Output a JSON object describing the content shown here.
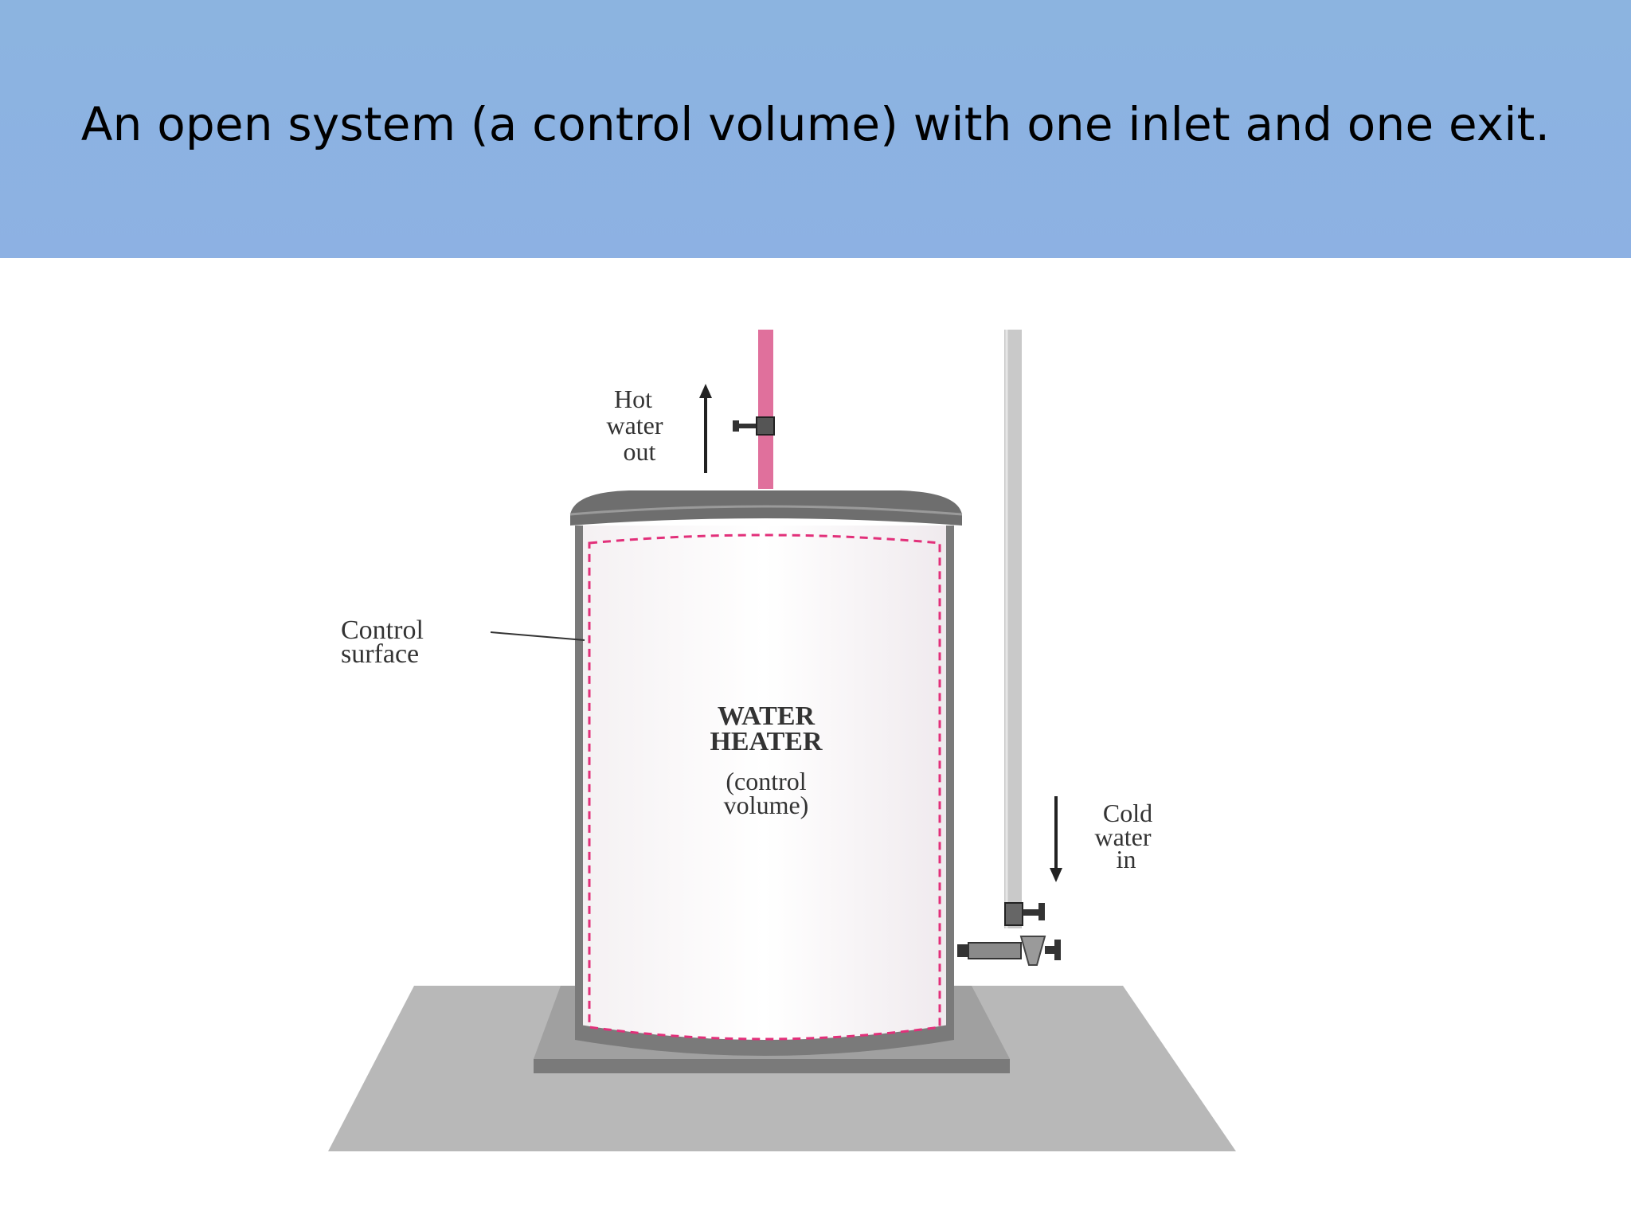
{
  "slide": {
    "title": "An open system (a control volume) with one inlet and one exit."
  },
  "diagram": {
    "labels": {
      "hot_line1": "Hot",
      "hot_line2": "water",
      "hot_line3": "out",
      "cold_line1": "Cold",
      "cold_line2": "water",
      "cold_line3": "in",
      "surface_line1": "Control",
      "surface_line2": "surface",
      "heater_line1": "WATER",
      "heater_line2": "HEATER",
      "cv_line1": "(control",
      "cv_line2": "volume)"
    },
    "colors": {
      "hot_pipe": "#e0709c",
      "cold_pipe": "#c9c9c9",
      "control_surface": "#e2307a",
      "floor": "#b8b8b8",
      "title_band": "#8db3e2"
    }
  }
}
